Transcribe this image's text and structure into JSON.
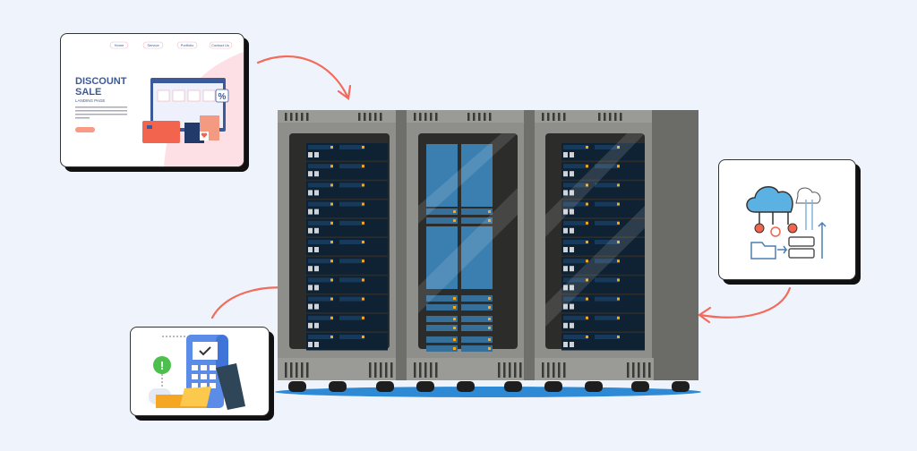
{
  "landing_card": {
    "nav": [
      "Home",
      "Service",
      "Portfolio",
      "Contact Us"
    ],
    "headline_1": "DISCOUNT",
    "headline_2": "SALE",
    "subtitle": "LANDING PAGE",
    "percent_badge": "%"
  },
  "colors": {
    "background": "#eff3fc",
    "arrow": "#f26b5b",
    "rack_frame": "#8f8f8b",
    "rack_panel": "#0f2233",
    "server_unit": "#183a5a",
    "led": "#f5a623",
    "headline": "#3b5a9a"
  },
  "icons": [
    "landing-page-illustration",
    "payment-terminal-icon",
    "cloud-network-icon",
    "server-rack-illustration"
  ]
}
